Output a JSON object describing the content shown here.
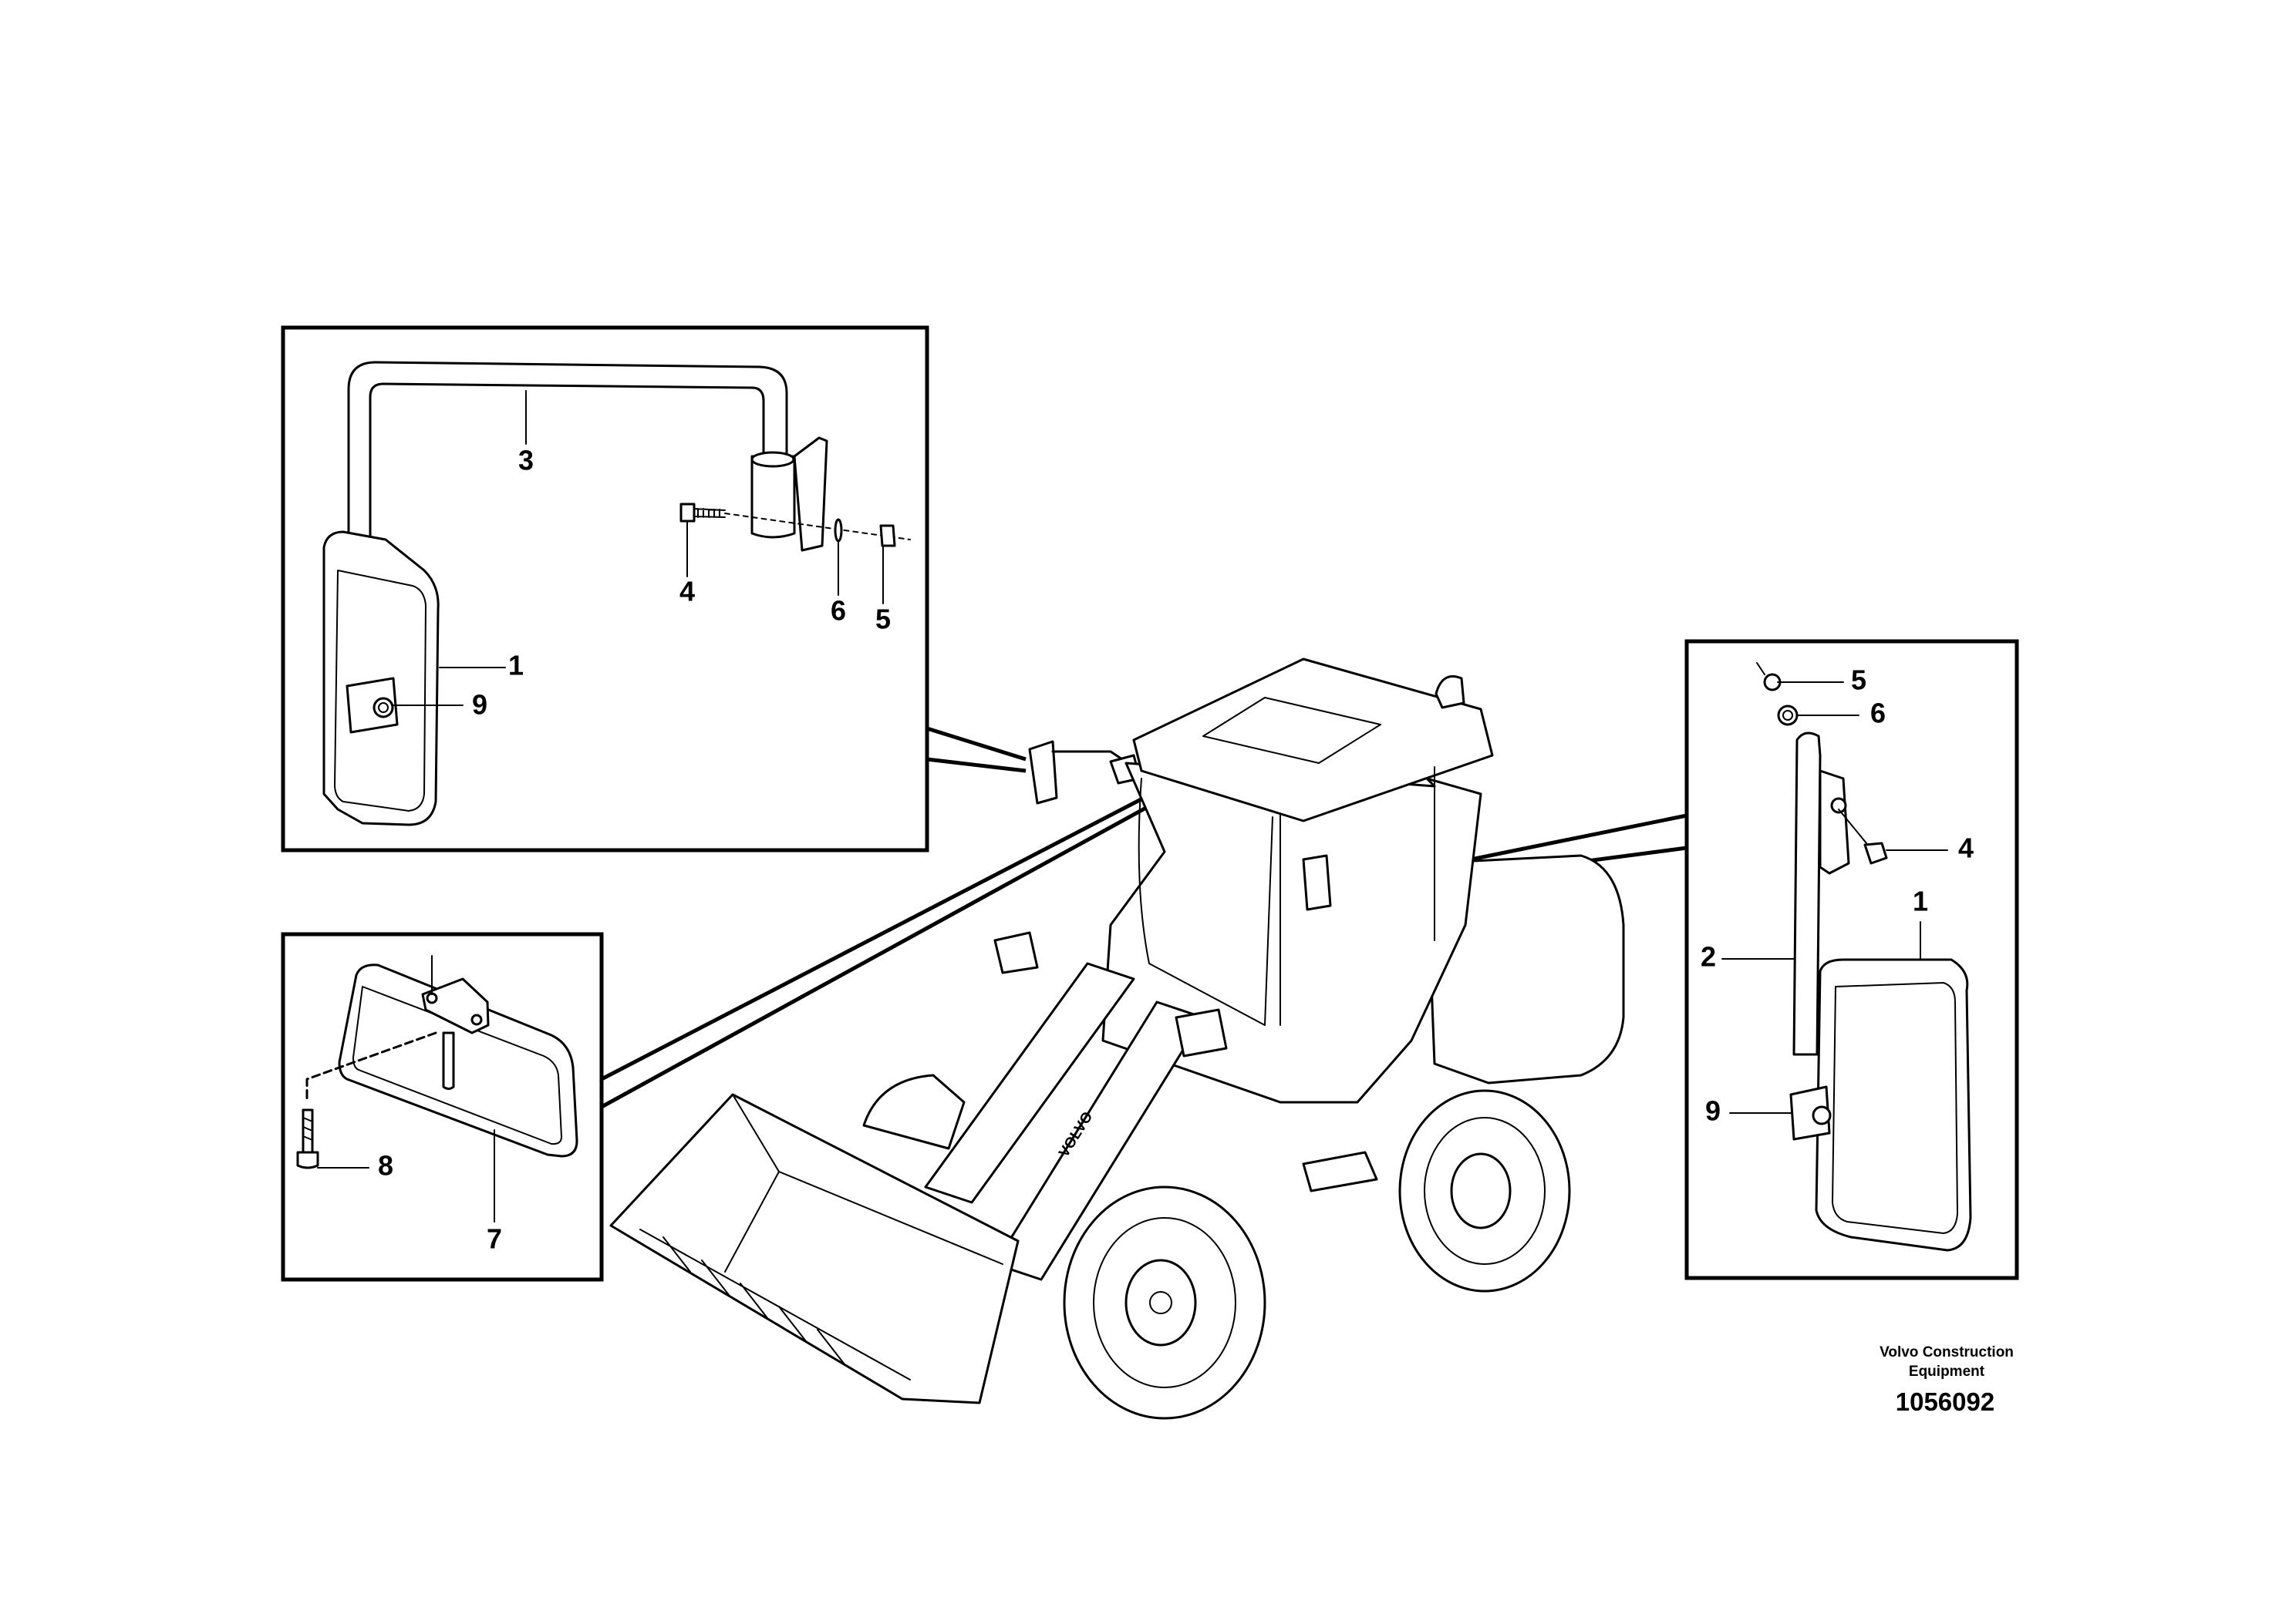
{
  "detail_top_left": {
    "labels": {
      "pipe": "3",
      "bolt": "4",
      "washer": "6",
      "nut": "5",
      "mirror": "1",
      "clamp": "9"
    }
  },
  "detail_right": {
    "labels": {
      "nut": "5",
      "washer": "6",
      "bolt": "4",
      "mirror": "1",
      "pipe": "2",
      "clamp": "9"
    }
  },
  "detail_bottom_left": {
    "labels": {
      "screw": "8",
      "inner_mirror": "7"
    }
  },
  "machine": {
    "brand": "VOLVO"
  },
  "footer": {
    "credit_line1": "Volvo Construction",
    "credit_line2": "Equipment",
    "document_number": "1056092"
  }
}
